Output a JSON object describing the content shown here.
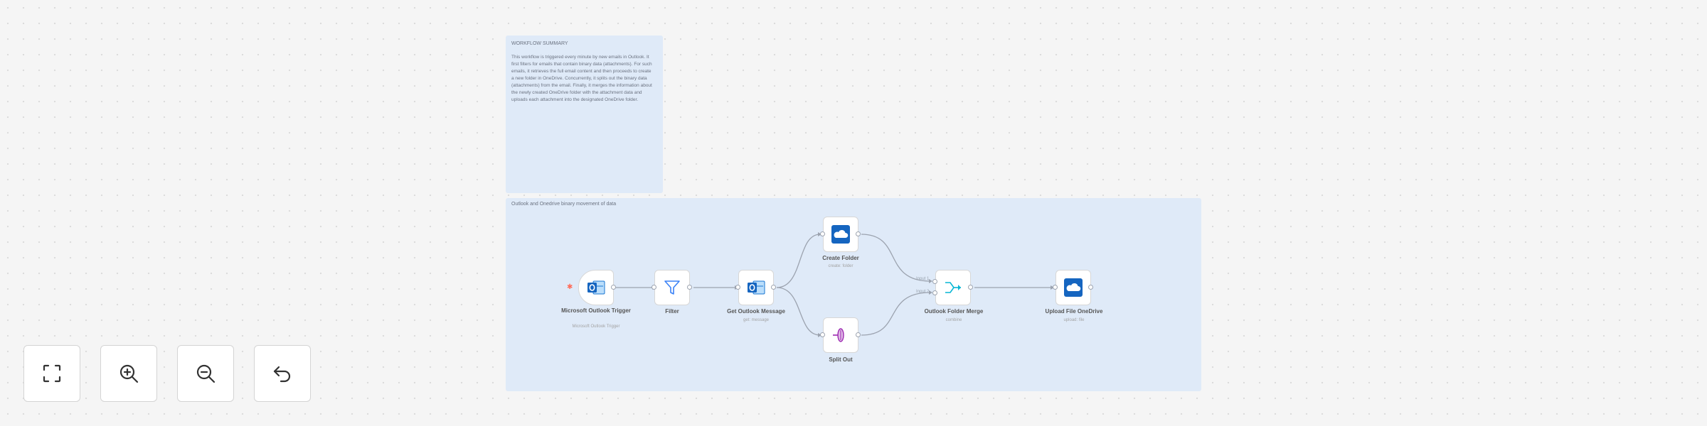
{
  "notes": {
    "summary": {
      "title": "WORKFLOW SUMMARY",
      "body": "This workflow is triggered every minute by new emails in Outlook. It first filters for emails that contain binary data (attachments). For such emails, it retrieves the full email content and then proceeds to create a new folder in OneDrive. Concurrently, it splits out the binary data (attachments) from the email. Finally, it merges the information about the newly created OneDrive folder with the attachment data and uploads each attachment into the designated OneDrive folder."
    },
    "group": {
      "title": "Outlook and Onedrive binary movement of data"
    }
  },
  "nodes": {
    "trigger": {
      "title": "Microsoft Outlook Trigger",
      "subtitle": "Microsoft Outlook Trigger"
    },
    "filter": {
      "title": "Filter",
      "subtitle": ""
    },
    "get_message": {
      "title": "Get Outlook Message",
      "subtitle": "get: message"
    },
    "create_folder": {
      "title": "Create Folder",
      "subtitle": "create: folder"
    },
    "split_out": {
      "title": "Split Out",
      "subtitle": ""
    },
    "merge": {
      "title": "Outlook Folder Merge",
      "subtitle": "combine"
    },
    "upload": {
      "title": "Upload File OneDrive",
      "subtitle": "upload: file"
    }
  },
  "merge_inputs": [
    "Input 1",
    "Input 2"
  ],
  "colors": {
    "onedrive_blue": "#1565c0",
    "outlook_blue": "#1976d2",
    "filter_blue": "#3b82f6",
    "split_purple": "#9c27b0",
    "merge_teal": "#06b6d4",
    "trigger_star": "#ff6d5a"
  },
  "toolbar": {
    "fit": {
      "icon": "fit-view-icon"
    },
    "zoom_in": {
      "icon": "zoom-in-icon"
    },
    "zoom_out": {
      "icon": "zoom-out-icon"
    },
    "undo": {
      "icon": "undo-icon"
    }
  }
}
